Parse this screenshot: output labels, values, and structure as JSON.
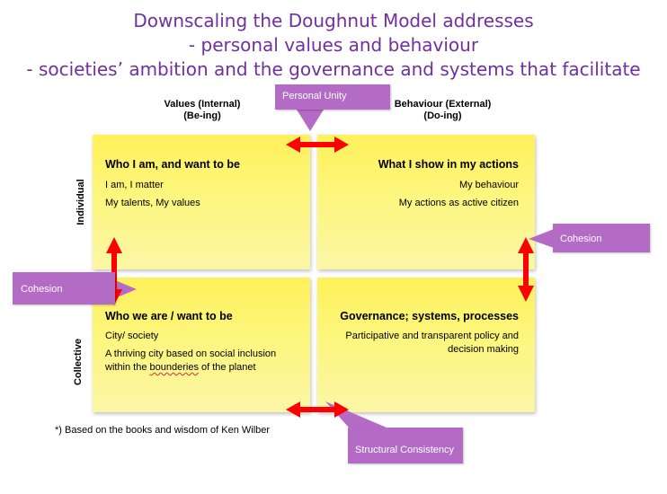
{
  "title": {
    "line1": "Downscaling the Doughnut Model addresses",
    "line2": "-  personal values and behaviour",
    "line3": "- societies’ ambition and the governance and systems that facilitate"
  },
  "columns": {
    "left": {
      "line1": "Values (Internal)",
      "line2": "(Be-ing)"
    },
    "right": {
      "line1": "Behaviour (External)",
      "line2": "(Do-ing)"
    }
  },
  "rows": {
    "top": "Individual",
    "bottom": "Collective"
  },
  "quadrants": {
    "top_left": {
      "heading": "Who I am, and want to be",
      "line1": "I am, I matter",
      "line2": "My talents, My values"
    },
    "top_right": {
      "heading": "What I show in my actions",
      "line1": "My behaviour",
      "line2": "My actions as active citizen"
    },
    "bottom_left": {
      "heading": "Who we are / want to be",
      "line1": "City/ society",
      "line2a": "A thriving city based on social inclusion",
      "line2b_pre": "within the ",
      "line2b_wavy": "bounderies",
      "line2b_post": " of the planet"
    },
    "bottom_right": {
      "heading": "Governance; systems, processes",
      "line1": "Participative and transparent policy and",
      "line2": "decision making"
    }
  },
  "callouts": {
    "personal_unity": "Personal Unity",
    "cohesion_right": "Cohesion",
    "cohesion_left": "Cohesion",
    "structural_consistency": "Structural Consistency"
  },
  "footnote": "*) Based on the books and wisdom of Ken  Wilber",
  "colors": {
    "title": "#7030a0",
    "callout": "#b46bc5",
    "arrow": "#ff0000",
    "note": "#fdf67e"
  }
}
